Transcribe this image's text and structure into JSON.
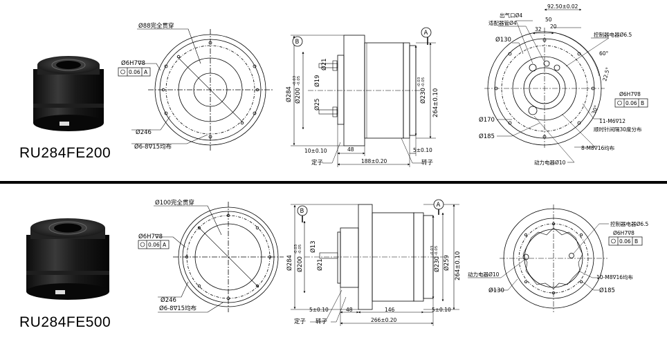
{
  "products": [
    {
      "model": "RU284FE200",
      "front_view": {
        "through_hole": "Ø88完全贯穿",
        "pin_hole": "Ø6H7∇8",
        "tolerance_value": "0.06",
        "tolerance_datum": "A",
        "bolt_circle": "Ø246",
        "thread_holes": "Ø6-8∇15均布"
      },
      "side_view": {
        "datum_b": "B",
        "datum_a": "A",
        "dia_outer": "Ø284",
        "dia_spigot": "Ø200",
        "dia_spigot_tol_upper": "-0.03",
        "dia_spigot_tol_lower": "-0.05",
        "dia_21": "Ø21",
        "dia_19": "Ø19",
        "dia_25": "Ø25",
        "dia_230": "Ø230",
        "dia_230_tol_upper": "-0.03",
        "dia_230_tol_lower": "-0.05",
        "height": "264±0.10",
        "dim_10": "10±0.10",
        "dim_48": "48",
        "dim_5": "5±0.10",
        "dim_188": "188±0.20",
        "stator": "定子",
        "rotor": "转子"
      },
      "back_view": {
        "air_outlet": "出气口Ø4",
        "adapter_tube": "适配器管Ø4",
        "dim_92_5": "92.50±0.02",
        "dim_50": "50",
        "dim_32": "32",
        "dim_20": "20",
        "dia_130": "Ø130",
        "controller_wire": "控制器电器Ø6.5",
        "angle_60": "60°",
        "angle_22_5": "22.5°",
        "angle_30": "30°",
        "pin_hole": "Ø6H7∇8",
        "tolerance_value": "0.06",
        "tolerance_datum": "B",
        "dia_170": "Ø170",
        "m6": "11-M6∇12",
        "m6_note": "顺时针间隔30度分布",
        "dia_185": "Ø185",
        "m8": "8-M8∇16均布",
        "power_wire": "动力电器Ø10"
      }
    },
    {
      "model": "RU284FE500",
      "front_view": {
        "through_hole": "Ø100完全贯穿",
        "pin_hole": "Ø6H7∇8",
        "tolerance_value": "0.06",
        "tolerance_datum": "A",
        "bolt_circle": "Ø246",
        "thread_holes": "Ø6-8∇15均布"
      },
      "side_view": {
        "datum_b": "B",
        "datum_a": "A",
        "dia_outer": "Ø284",
        "dia_spigot": "Ø200",
        "dia_spigot_tol_upper": "-0.03",
        "dia_spigot_tol_lower": "-0.05",
        "dia_13": "Ø13",
        "dia_21": "Ø21",
        "dia_230": "Ø230",
        "dia_230_tol_upper": "-0.03",
        "dia_230_tol_lower": "-0.05",
        "dia_259": "Ø259",
        "height": "264±0.10",
        "dim_5a": "5±0.10",
        "dim_48": "48",
        "dim_146": "146",
        "dim_5b": "5±0.10",
        "dim_266": "266±0.20",
        "stator": "定子",
        "rotor": "转子"
      },
      "back_view": {
        "controller_wire": "控制器电器Ø6.5",
        "pin_hole": "Ø6H7∇8",
        "tolerance_value": "0.06",
        "tolerance_datum": "B",
        "power_wire": "动力电器Ø10",
        "m8": "10-M8∇16均布",
        "dia_130": "Ø130",
        "dia_185": "Ø185"
      }
    }
  ]
}
